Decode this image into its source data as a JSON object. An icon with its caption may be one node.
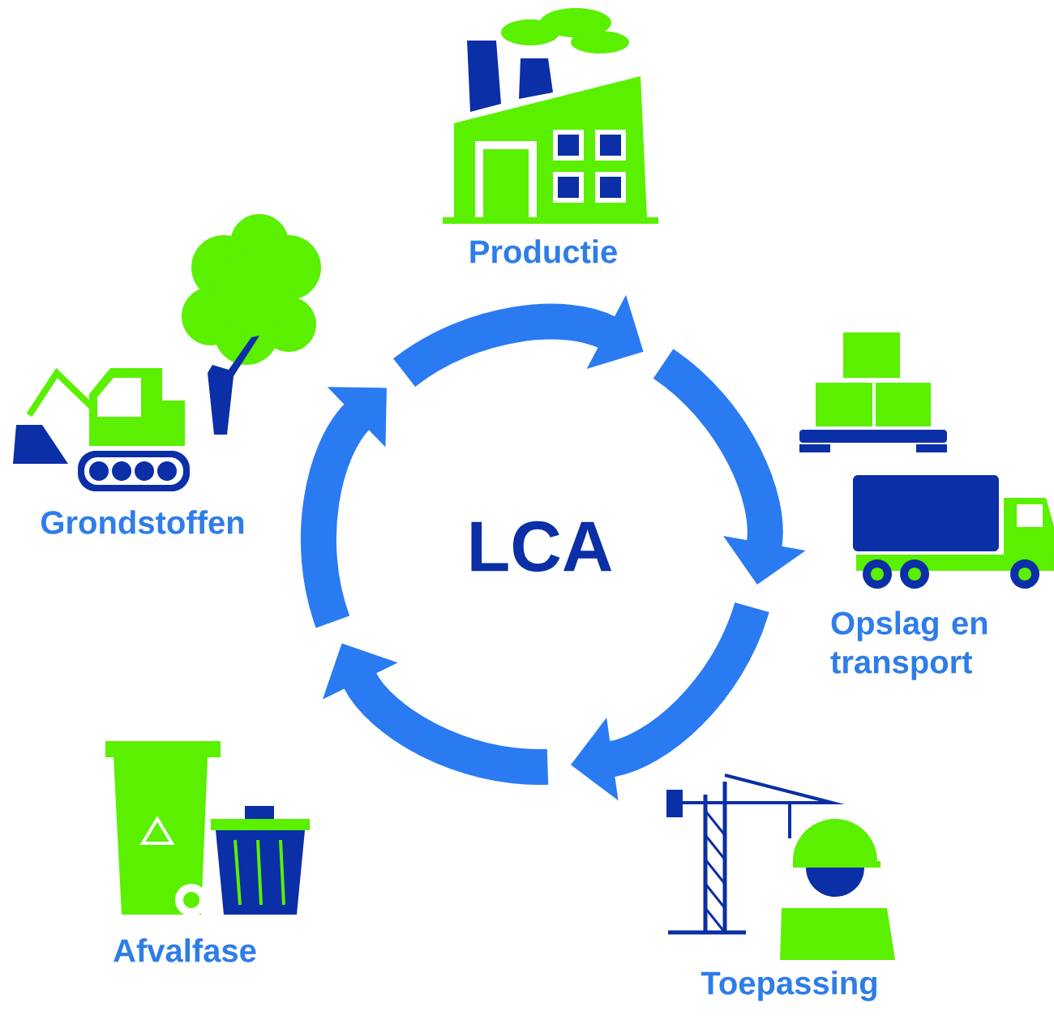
{
  "diagram": {
    "nodes": [
      {
        "text": [
          "Productie"
        ]
      },
      {
        "text": [
          "Opslag en transport"
        ]
      },
      {
        "text": [
          "Toepassing"
        ]
      },
      {
        "text": [
          "Afvalfase"
        ]
      },
      {
        "text": [
          "Grondstoffen"
        ]
      }
    ],
    "labels": [
      "LCA"
    ]
  }
}
